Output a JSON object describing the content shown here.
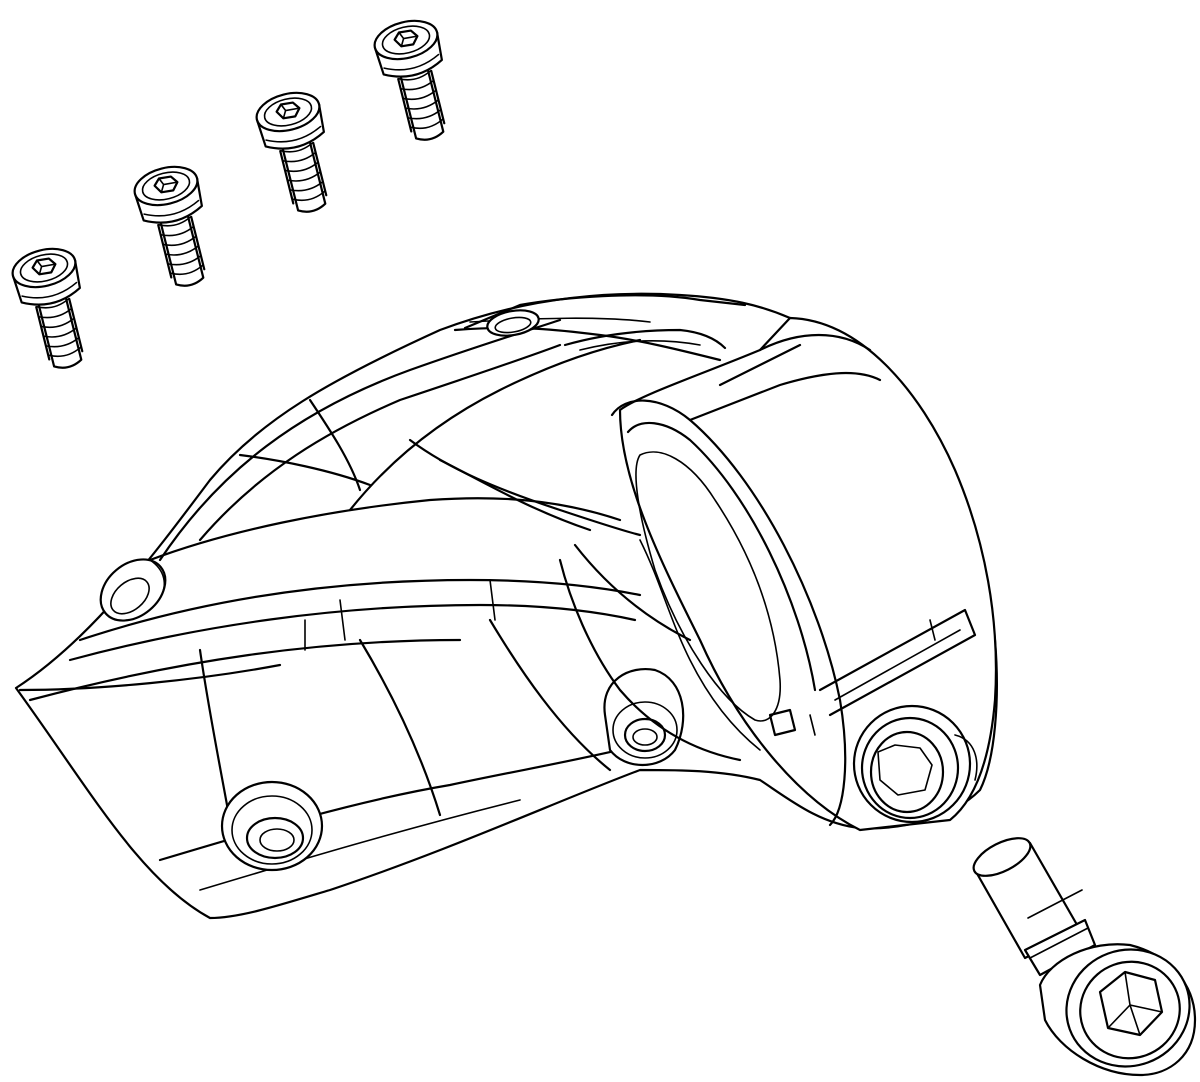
{
  "diagram": {
    "kind": "exploded-parts-line-drawing",
    "background_color": "#ffffff",
    "line_color": "#000000",
    "parts": [
      {
        "part": "short-screw",
        "count": 4
      },
      {
        "part": "clamp-housing",
        "count": 1
      },
      {
        "part": "long-clamp-bolt",
        "count": 1
      }
    ]
  }
}
